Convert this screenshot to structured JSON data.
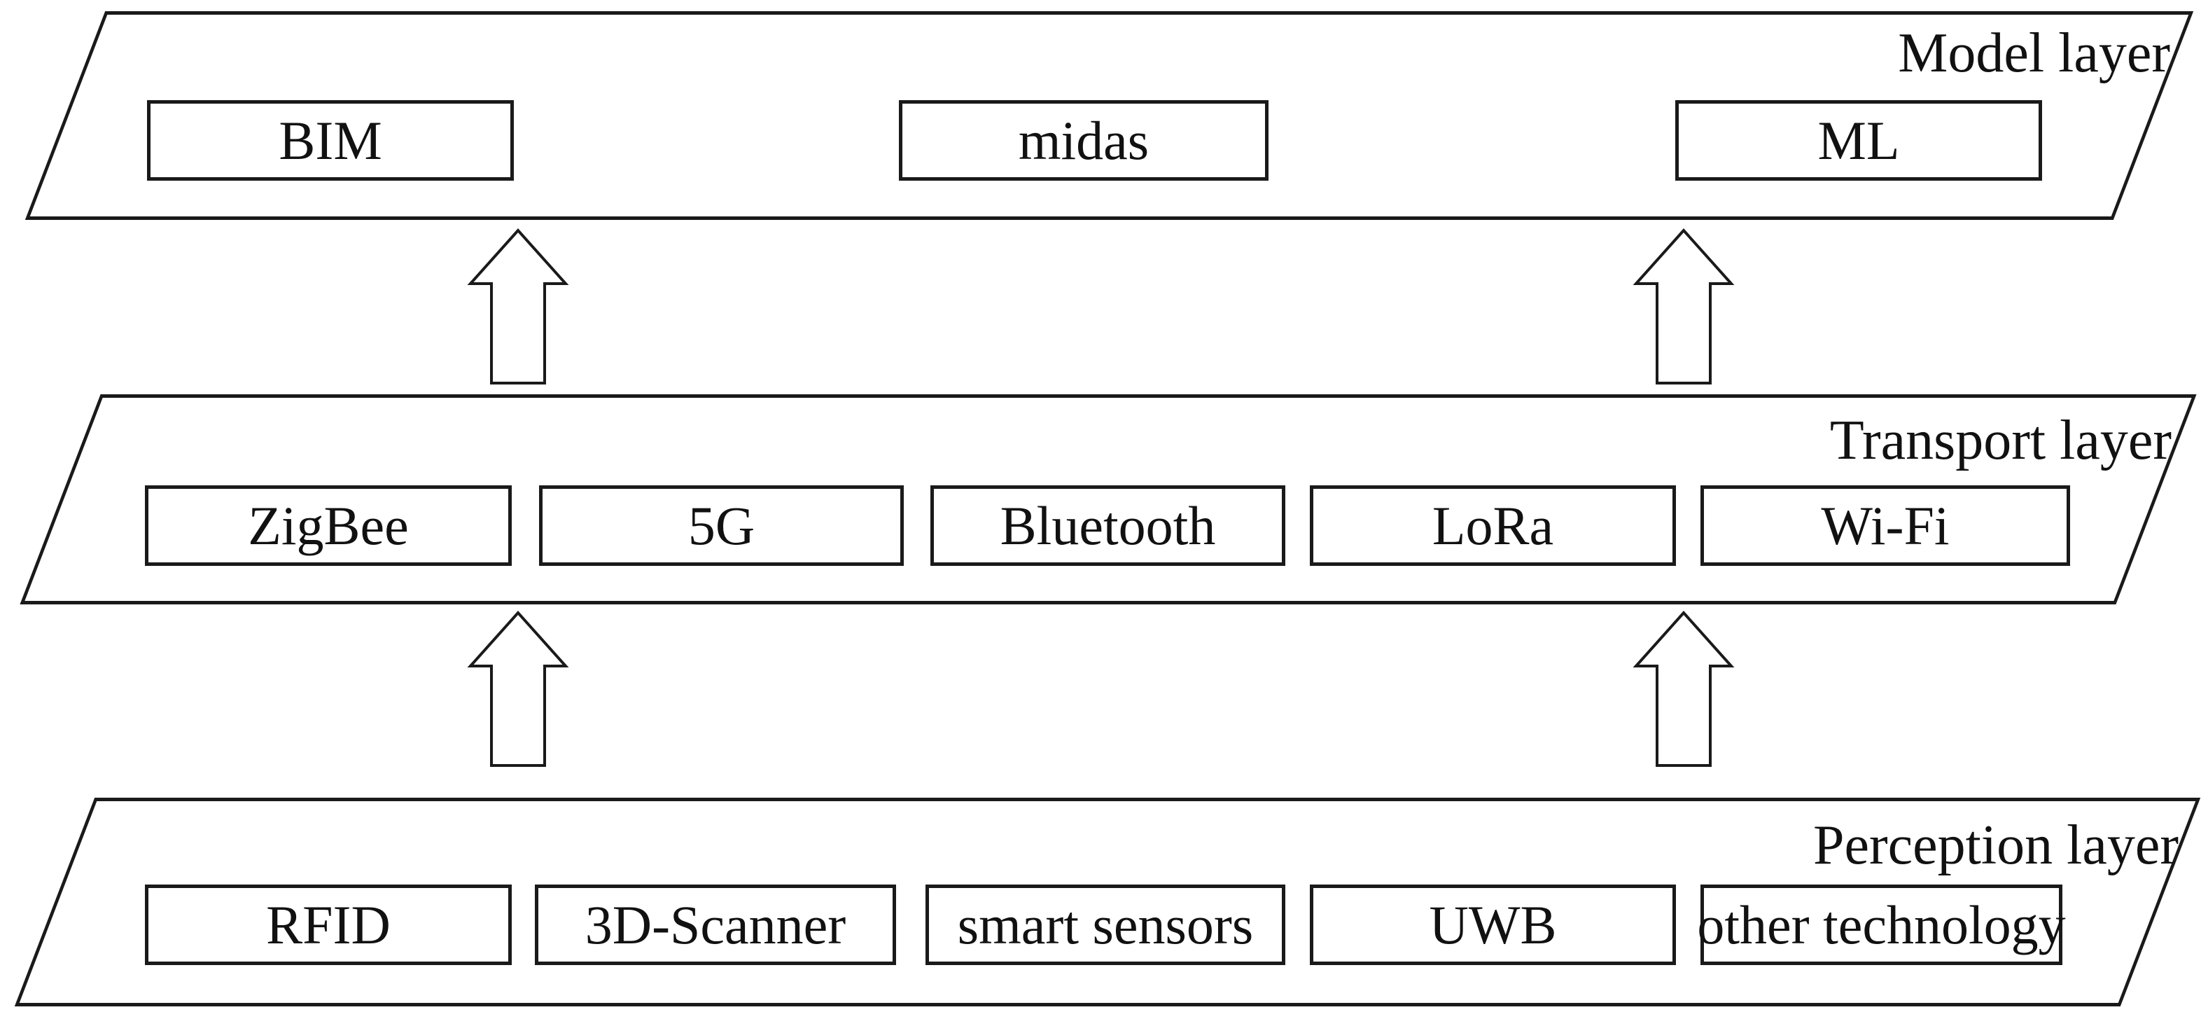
{
  "figure": {
    "type": "layered-architecture-diagram",
    "background_color": "#ffffff",
    "stroke_color": "#1a1a1a"
  },
  "layers": [
    {
      "label": "Model layer",
      "boxes": [
        "BIM",
        "midas",
        "ML"
      ]
    },
    {
      "label": "Transport layer",
      "boxes": [
        "ZigBee",
        "5G",
        "Bluetooth",
        "LoRa",
        "Wi-Fi"
      ]
    },
    {
      "label": "Perception layer",
      "boxes": [
        "RFID",
        "3D-Scanner",
        "smart sensors",
        "UWB",
        "other technology"
      ]
    }
  ],
  "arrows": [
    {
      "name": "perception-to-transport-left",
      "direction": "up"
    },
    {
      "name": "perception-to-transport-right",
      "direction": "up"
    },
    {
      "name": "transport-to-model-left",
      "direction": "up"
    },
    {
      "name": "transport-to-model-right",
      "direction": "up"
    }
  ]
}
